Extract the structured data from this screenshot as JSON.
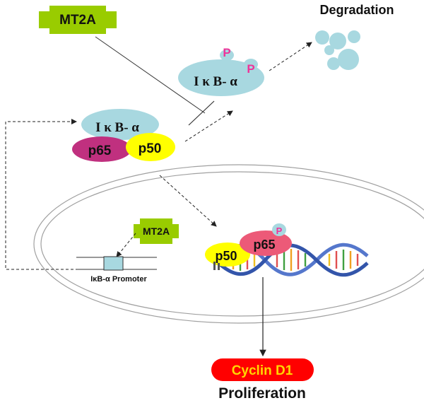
{
  "labels": {
    "degradation": "Degradation",
    "mt2a_top": "MT2A",
    "mt2a_nucleus": "MT2A",
    "ikba_phospho": "I κ B- α",
    "ikba_complex": "I κ B- α",
    "p65_complex": "p65",
    "p50_complex": "p50",
    "phospho_p1": "P",
    "phospho_p2": "P",
    "promoter": "IκB-α Promoter",
    "p50_dna": "p50",
    "p65_dna": "p65",
    "phospho_dna": "P",
    "cyclin": "Cyclin D1",
    "proliferation": "Proliferation"
  },
  "colors": {
    "mt2a_green": "#99cc00",
    "ikba_blue": "#a8d8e0",
    "p65_magenta": "#c0307f",
    "p50_yellow": "#ffff00",
    "phospho_pink": "#ee3399",
    "cyclin_red": "#ff0000",
    "cyclin_text": "#ffd700",
    "nucleus_gray": "#a0a0a0"
  }
}
